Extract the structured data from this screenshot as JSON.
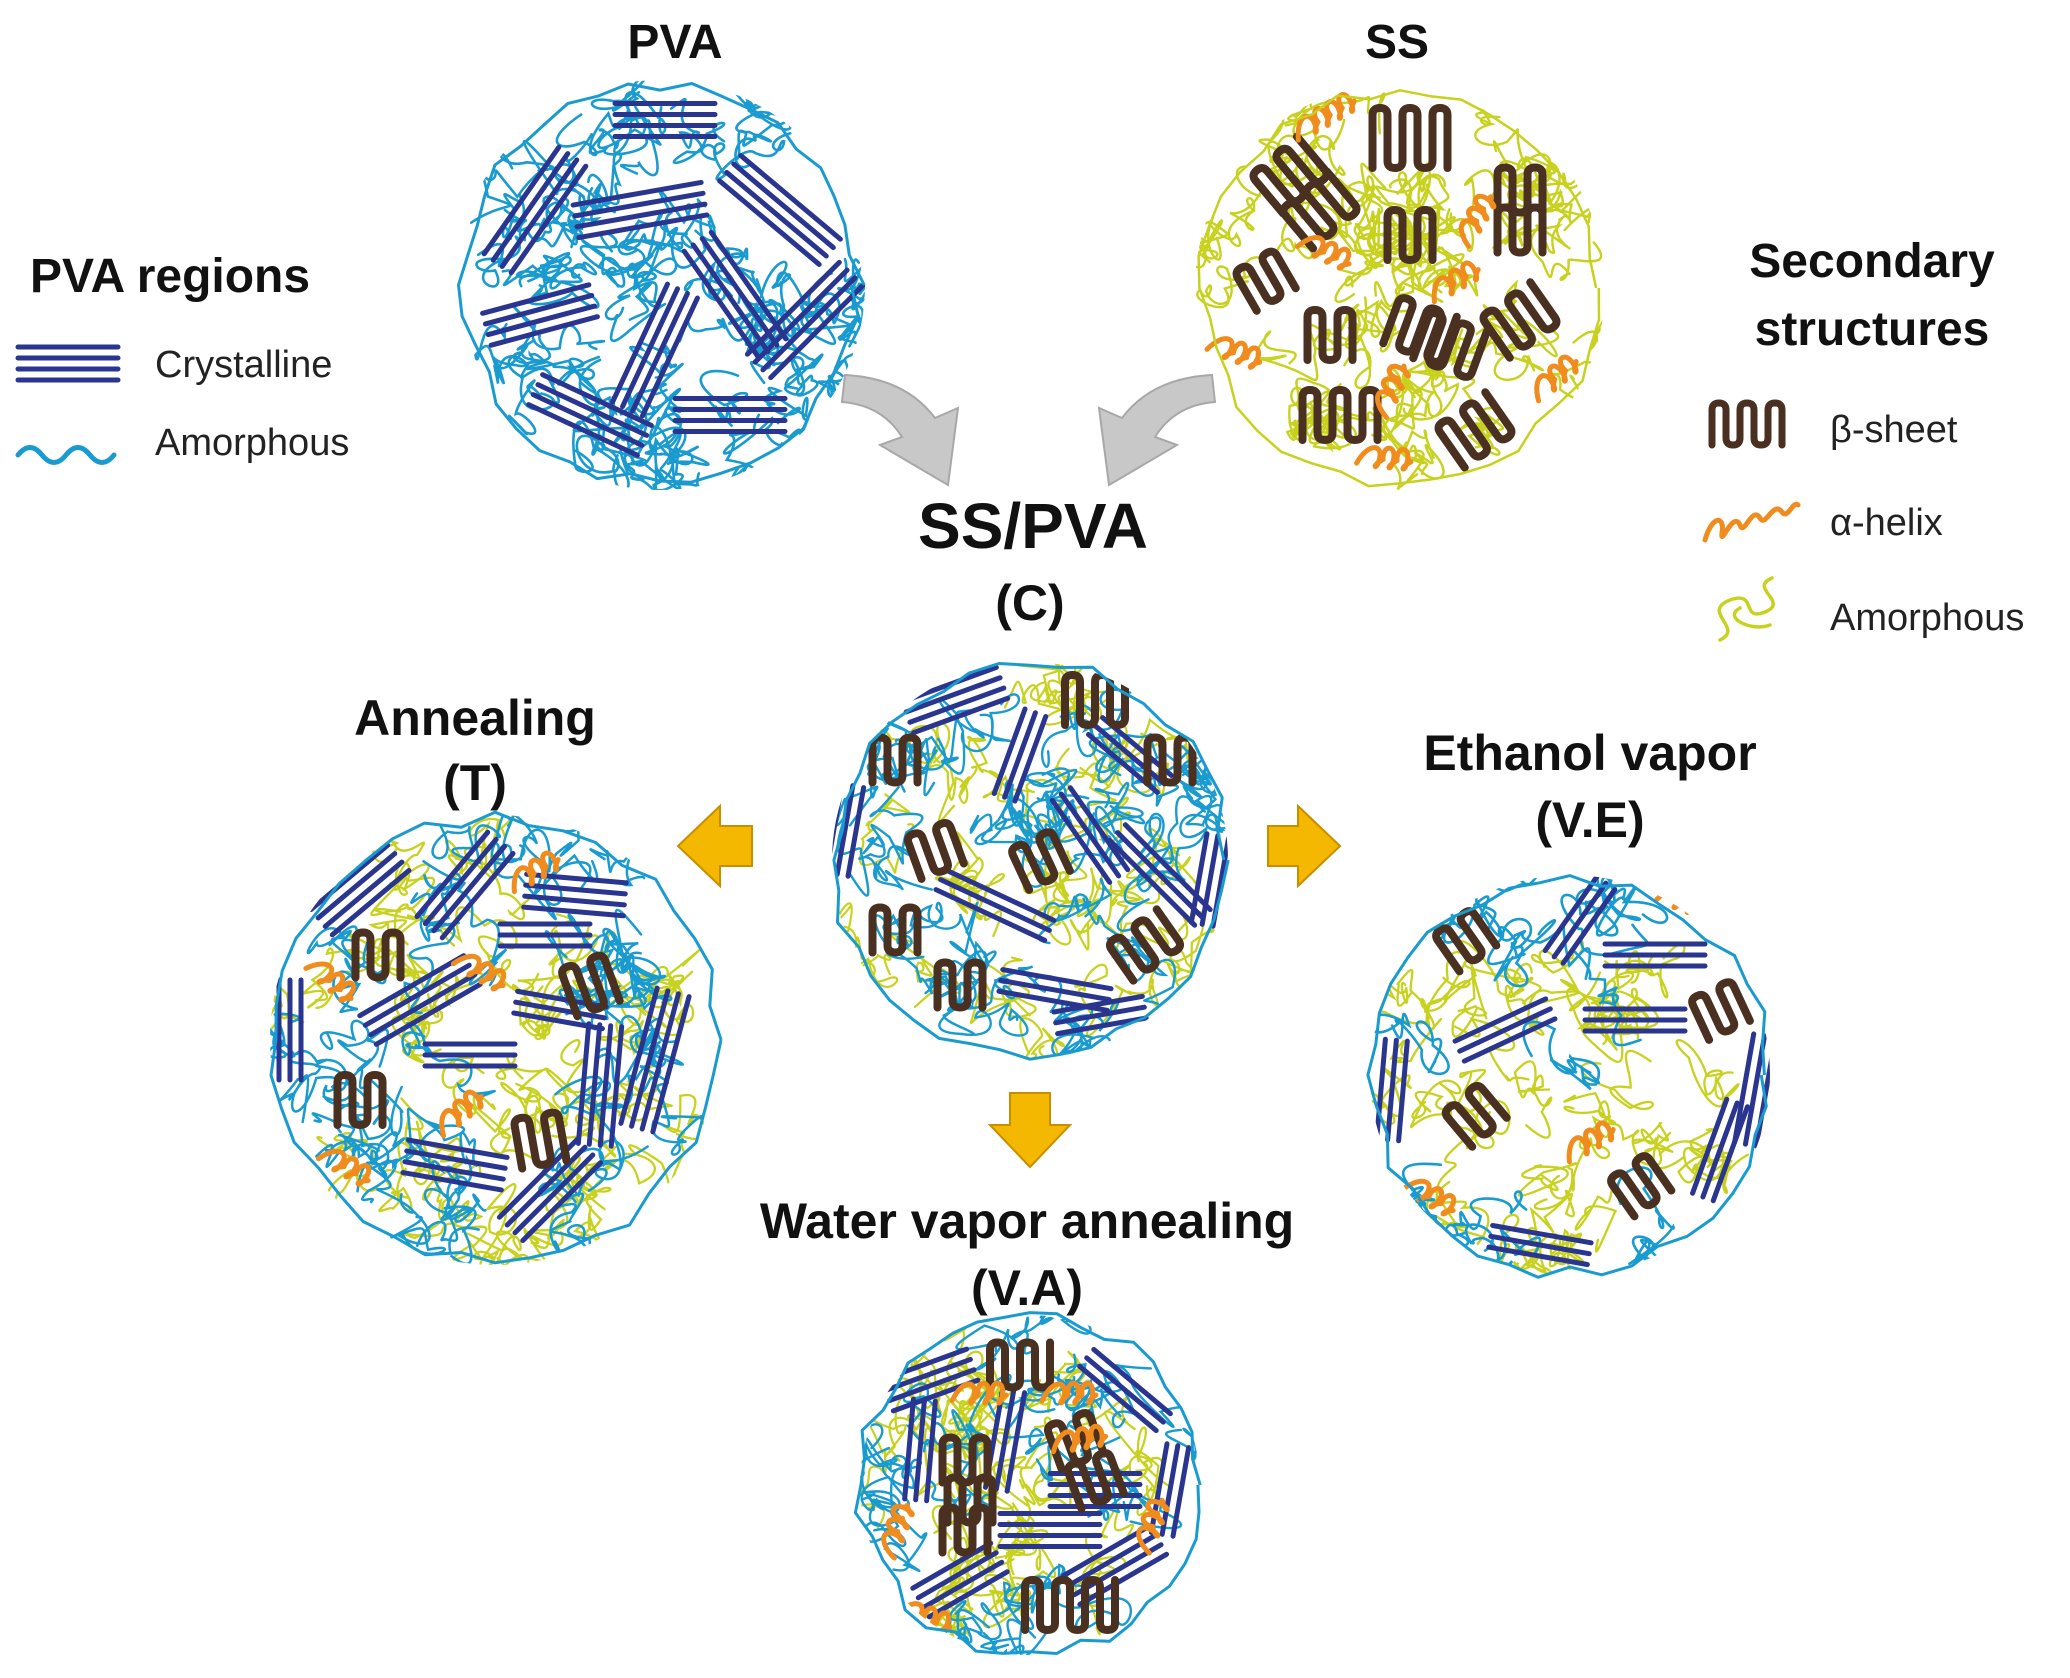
{
  "colors": {
    "crystalline": "#2a3590",
    "pva_amorphous": "#1a9bd0",
    "beta_sheet": "#4a3020",
    "alpha_helix": "#f08c1e",
    "ss_amorphous": "#c8d21e",
    "merge_arrow": "#c8c8c8",
    "process_arrow": "#f5b800",
    "process_arrow_edge": "#c78f00"
  },
  "legends": {
    "pva": {
      "title": "PVA regions",
      "items": [
        {
          "label": "Crystalline",
          "icon": "crystalline-lines-icon"
        },
        {
          "label": "Amorphous",
          "icon": "amorphous-wave-icon"
        }
      ]
    },
    "secondary": {
      "title_line1": "Secondary",
      "title_line2": "structures",
      "items": [
        {
          "label": "β-sheet",
          "icon": "beta-sheet-icon"
        },
        {
          "label": "α-helix",
          "icon": "alpha-helix-icon"
        },
        {
          "label": "Amorphous",
          "icon": "amorphous-coil-icon"
        }
      ]
    }
  },
  "samples": {
    "pva": {
      "title": "PVA"
    },
    "ss": {
      "title": "SS"
    },
    "blend": {
      "title": "SS/PVA",
      "code": "(C)"
    },
    "annealing": {
      "title": "Annealing",
      "code": "(T)"
    },
    "ethanol": {
      "title": "Ethanol vapor",
      "code": "(V.E)"
    },
    "water": {
      "title": "Water vapor annealing",
      "code": "(V.A)"
    }
  }
}
